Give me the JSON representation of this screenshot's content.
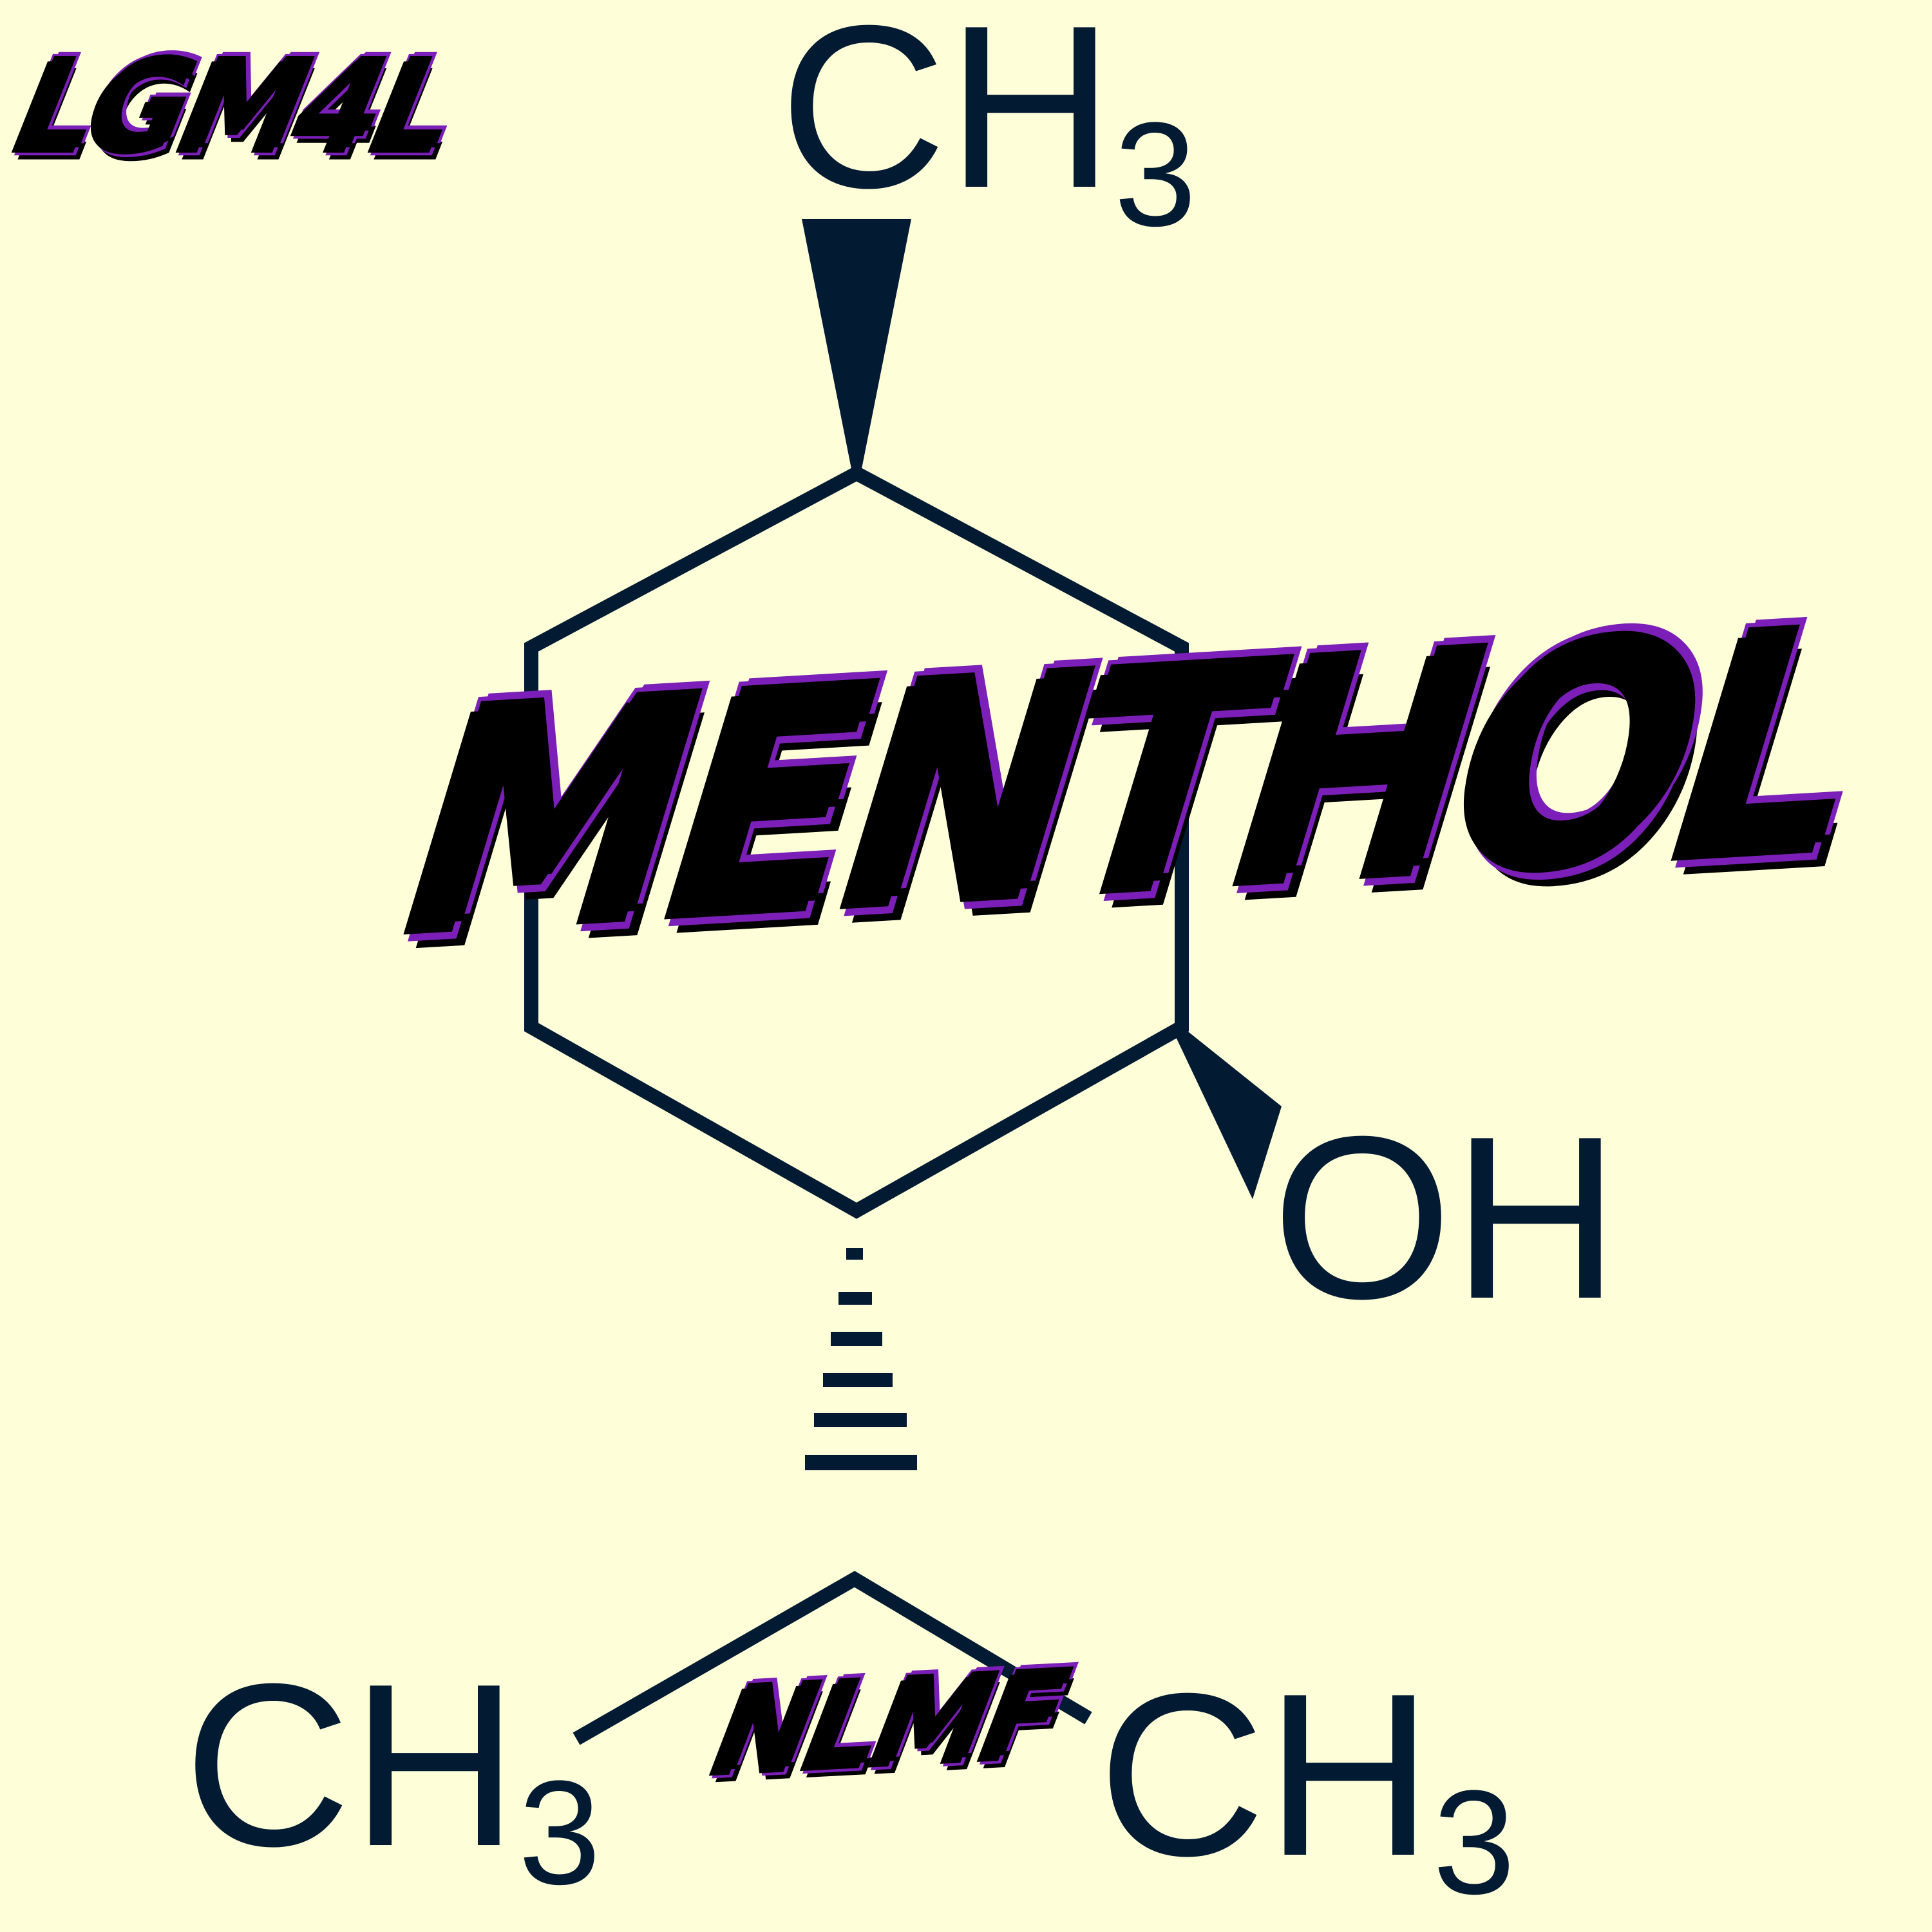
{
  "artwork": {
    "title": "MENTHOL",
    "top_left_tag": "LGM4L",
    "bottom_tag": "NLMF"
  },
  "molecule": {
    "name": "menthol",
    "groups": {
      "top_methyl": {
        "main": "CH",
        "sub": "3"
      },
      "hydroxyl": {
        "main": "OH"
      },
      "bottom_left_methyl": {
        "main": "CH",
        "sub": "3"
      },
      "bottom_right_methyl": {
        "main": "CH",
        "sub": "3"
      }
    },
    "bonds": {
      "top_methyl": "wedge",
      "hydroxyl": "wedge",
      "isopropyl": "hashed-wedge"
    }
  },
  "colors": {
    "background": "#fefed9",
    "structure": "#031a33",
    "graffiti_fill": "#000000",
    "graffiti_outline": "#7b1fb8"
  }
}
